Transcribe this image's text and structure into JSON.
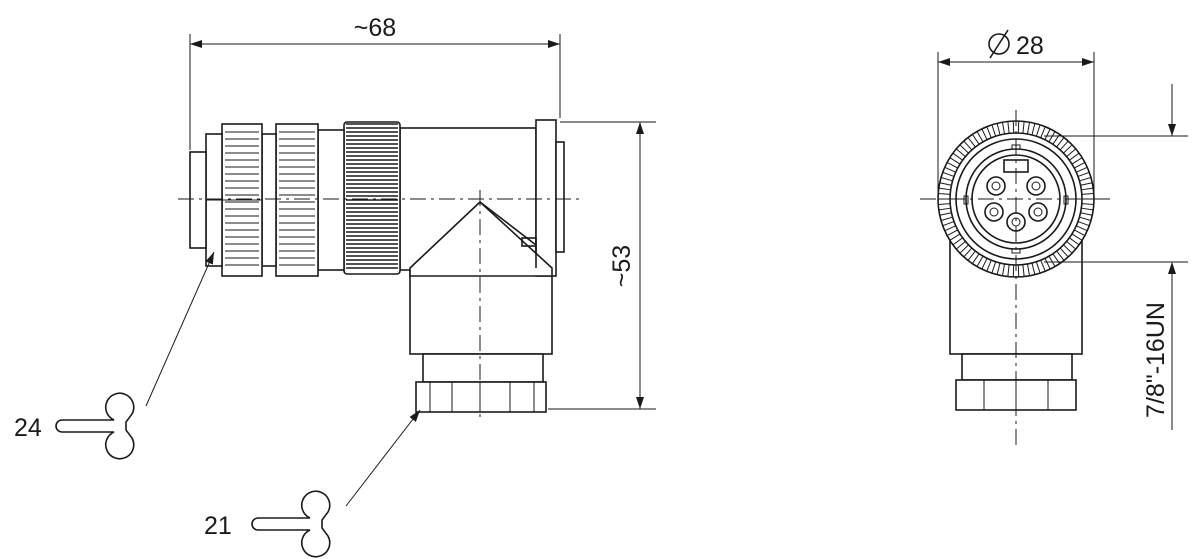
{
  "dimensions": {
    "overall_length": "~68",
    "overall_height": "~53",
    "diameter": "28",
    "thread": "7/8\"-16UN"
  },
  "wrench_sizes": {
    "coupling_nut": "24",
    "cable_gland": "21"
  },
  "icons": {
    "diameter_symbol": "diameter-symbol-icon",
    "wrench": "open-end-wrench-icon"
  },
  "colors": {
    "line": "#1a1a1a",
    "background": "#ffffff"
  }
}
